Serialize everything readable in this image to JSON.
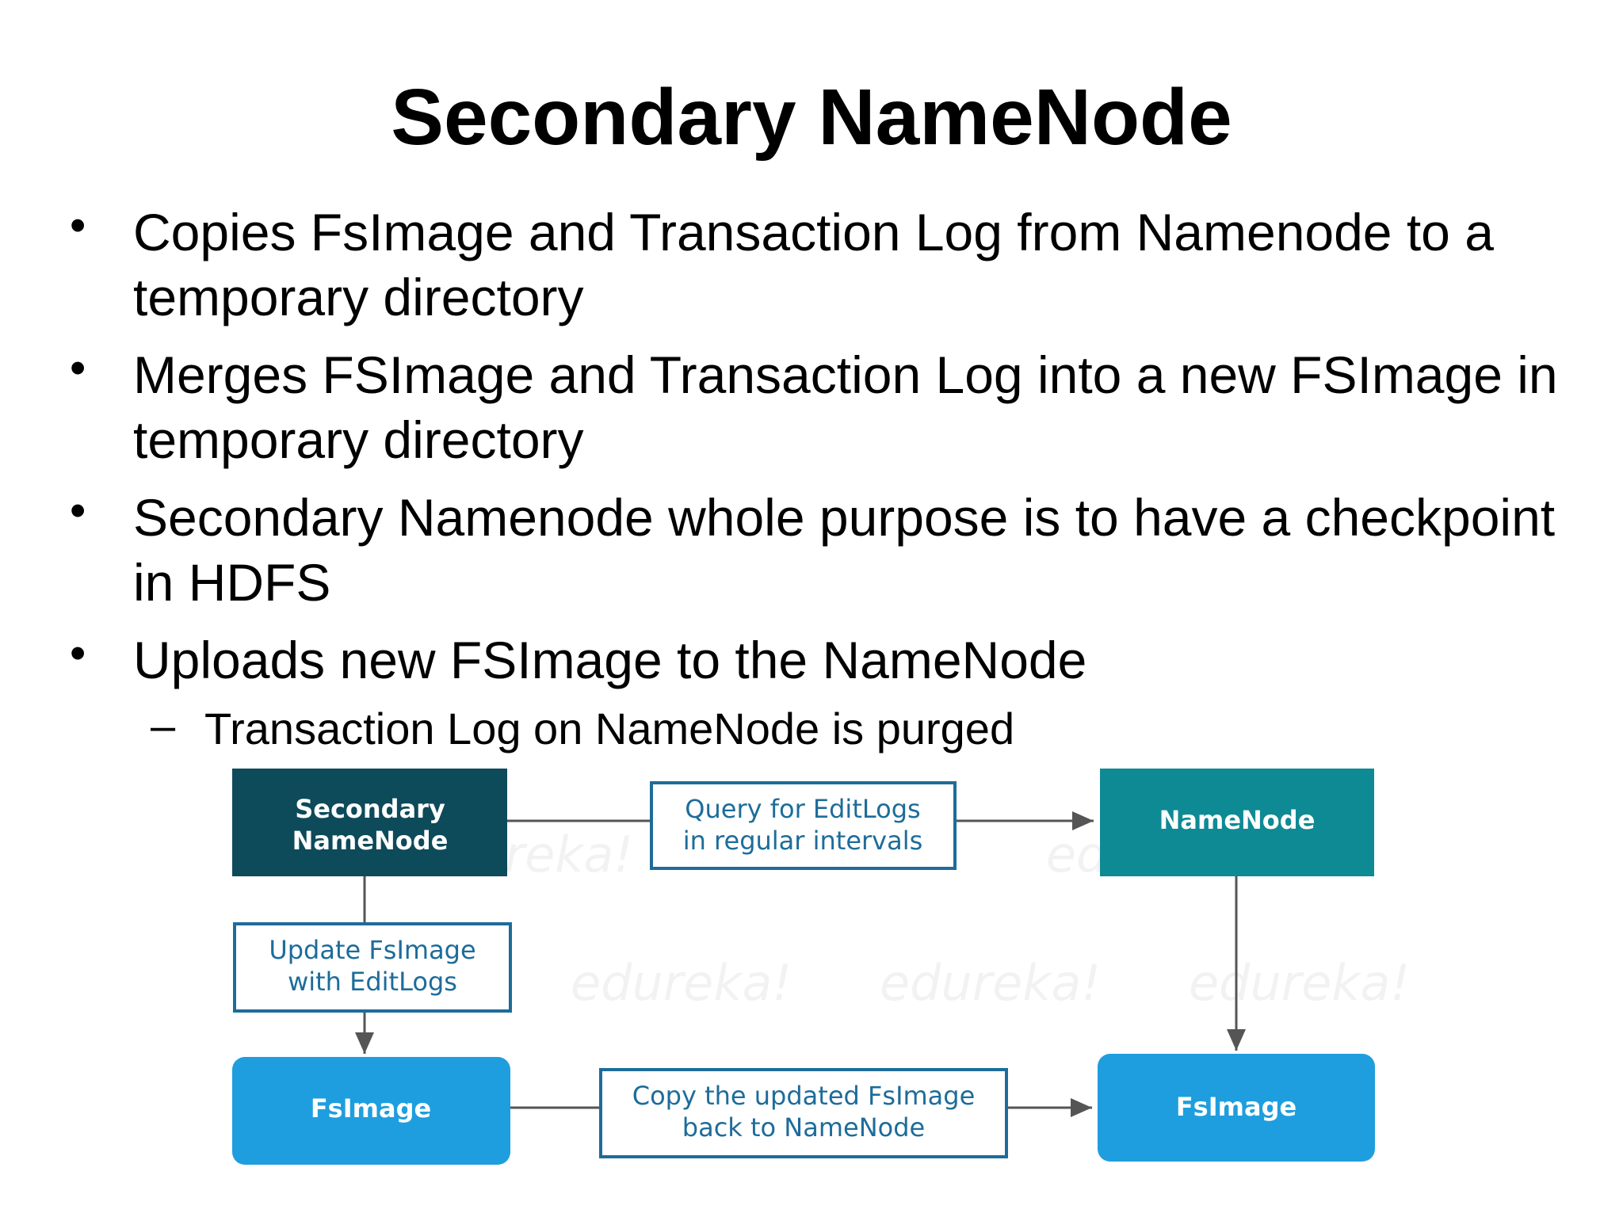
{
  "title": "Secondary NameNode",
  "bullets": [
    "Copies FsImage and Transaction Log from Namenode to a temporary directory",
    "Merges FSImage and Transaction Log into a new FSImage in temporary directory",
    "Secondary Namenode whole purpose is to have a checkpoint in HDFS",
    "Uploads new FSImage to the NameNode"
  ],
  "sub_bullet": "Transaction Log on NameNode is purged",
  "diagram": {
    "watermark": "edureka!",
    "nodes": {
      "secondary_namenode": [
        "Secondary",
        "NameNode"
      ],
      "namenode": [
        "NameNode"
      ],
      "fsimage_left": [
        "FsImage"
      ],
      "fsimage_right": [
        "FsImage"
      ]
    },
    "labels": {
      "query": [
        "Query for EditLogs",
        "in regular intervals"
      ],
      "update": [
        "Update FsImage",
        "with EditLogs"
      ],
      "copy": [
        "Copy the updated FsImage",
        "back to NameNode"
      ]
    },
    "colors": {
      "secondary_namenode": "#0d4a5a",
      "namenode": "#0e8a94",
      "fsimage": "#1e9ede",
      "label_border": "#1d6c9a",
      "arrow": "#555555"
    }
  }
}
